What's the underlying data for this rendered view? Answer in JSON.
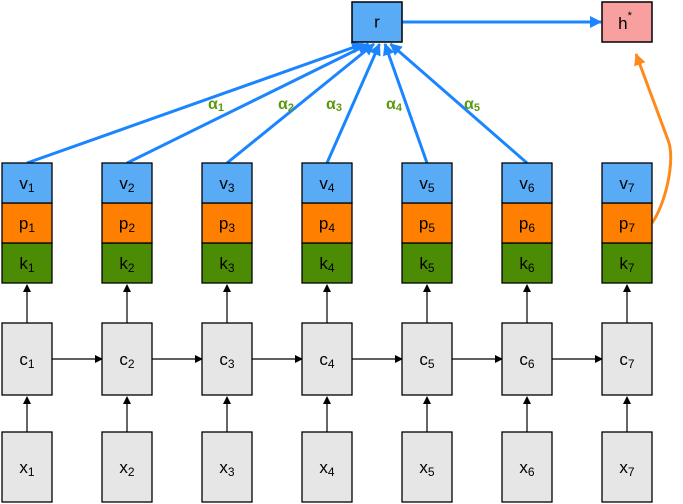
{
  "r_label": "r",
  "h_label": "h",
  "h_sup": "*",
  "columns": [
    {
      "x": "x",
      "c": "c",
      "k": "k",
      "p": "p",
      "v": "v",
      "sub": "1"
    },
    {
      "x": "x",
      "c": "c",
      "k": "k",
      "p": "p",
      "v": "v",
      "sub": "2"
    },
    {
      "x": "x",
      "c": "c",
      "k": "k",
      "p": "p",
      "v": "v",
      "sub": "3"
    },
    {
      "x": "x",
      "c": "c",
      "k": "k",
      "p": "p",
      "v": "v",
      "sub": "4"
    },
    {
      "x": "x",
      "c": "c",
      "k": "k",
      "p": "p",
      "v": "v",
      "sub": "5"
    },
    {
      "x": "x",
      "c": "c",
      "k": "k",
      "p": "p",
      "v": "v",
      "sub": "6"
    },
    {
      "x": "x",
      "c": "c",
      "k": "k",
      "p": "p",
      "v": "v",
      "sub": "7"
    }
  ],
  "attention_labels": [
    {
      "sym": "α",
      "sub": "1"
    },
    {
      "sym": "α",
      "sub": "2"
    },
    {
      "sym": "α",
      "sub": "3"
    },
    {
      "sym": "α",
      "sub": "4"
    },
    {
      "sym": "α",
      "sub": "5"
    }
  ],
  "colors": {
    "v_fill": "#5aabf6",
    "p_fill": "#ff8000",
    "k_fill": "#4c8c05",
    "cell_fill": "#e6e6e6",
    "r_fill": "#5aabf6",
    "h_fill": "#f8a0a0",
    "blue_arrow": "#1a85ff",
    "orange_arrow": "#ff8a1a",
    "alpha_green": "#5a9a10"
  }
}
